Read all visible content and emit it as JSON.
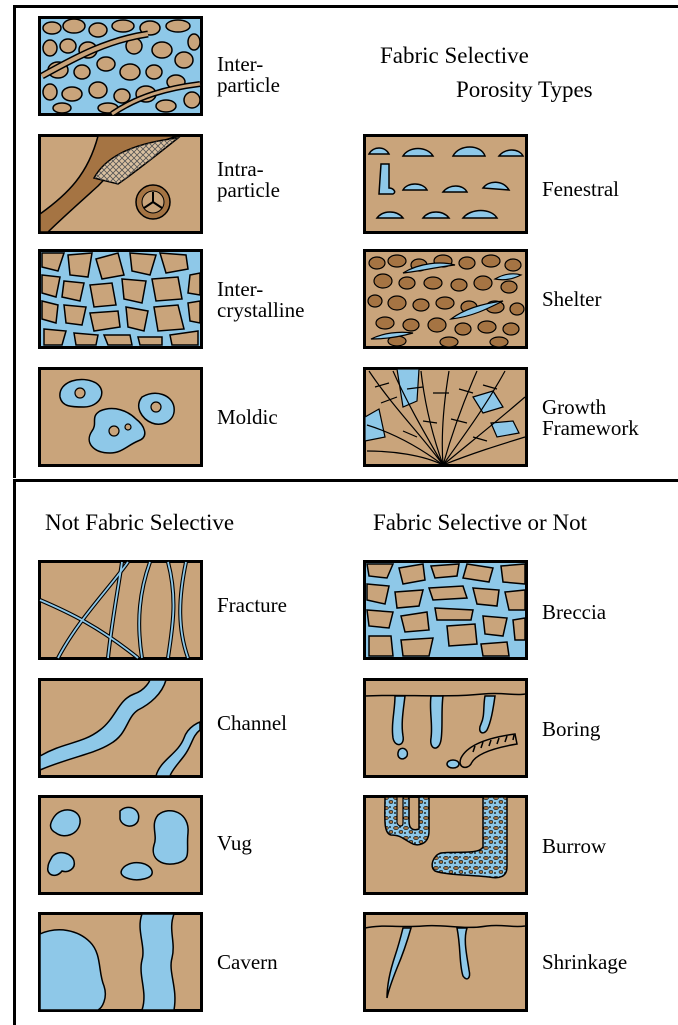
{
  "colors": {
    "rock": "#C9A47B",
    "pore": "#8EC8E8",
    "stroke": "#000000",
    "dark": "#A57443"
  },
  "sections": {
    "fabric_selective": {
      "title_line1": "Fabric Selective",
      "title_line2": "Porosity Types"
    },
    "not_fabric_selective": {
      "title": "Not Fabric Selective"
    },
    "fabric_selective_or_not": {
      "title": "Fabric Selective or Not"
    }
  },
  "types": {
    "interparticle": {
      "line1": "Inter-",
      "line2": "particle"
    },
    "intraparticle": {
      "line1": "Intra-",
      "line2": "particle"
    },
    "intercrystalline": {
      "line1": "Inter-",
      "line2": "crystalline"
    },
    "moldic": {
      "label": "Moldic"
    },
    "fenestral": {
      "label": "Fenestral"
    },
    "shelter": {
      "label": "Shelter"
    },
    "growth_framework": {
      "line1": "Growth",
      "line2": "Framework"
    },
    "fracture": {
      "label": "Fracture"
    },
    "channel": {
      "label": "Channel"
    },
    "vug": {
      "label": "Vug"
    },
    "cavern": {
      "label": "Cavern"
    },
    "breccia": {
      "label": "Breccia"
    },
    "boring": {
      "label": "Boring"
    },
    "burrow": {
      "label": "Burrow"
    },
    "shrinkage": {
      "label": "Shrinkage"
    }
  }
}
